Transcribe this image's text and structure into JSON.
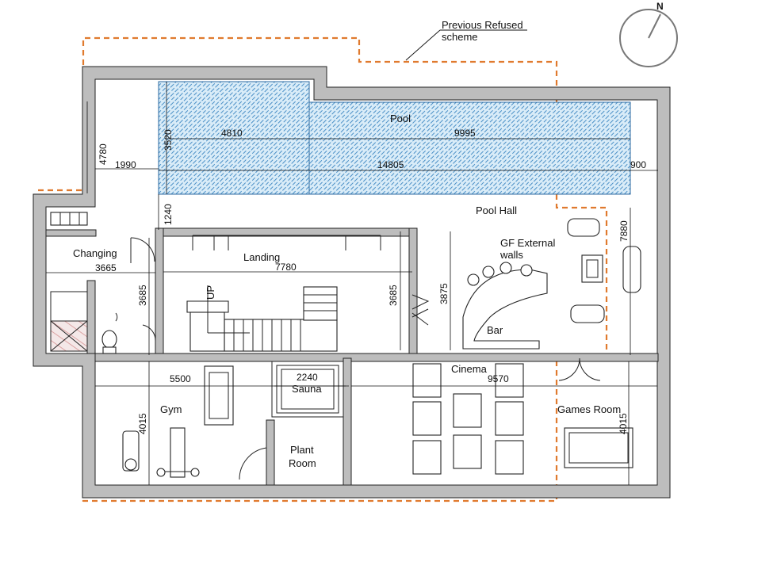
{
  "annotation": {
    "line1": "Previous Refused",
    "line2": "scheme"
  },
  "compass": {
    "letter": "N"
  },
  "rooms": {
    "pool": "Pool",
    "pool_hall": "Pool Hall",
    "gf_external_line1": "GF External",
    "gf_external_line2": "walls",
    "changing": "Changing",
    "landing": "Landing",
    "up": "UP",
    "bar": "Bar",
    "cinema": "Cinema",
    "sauna": "Sauna",
    "gym": "Gym",
    "plant_line1": "Plant",
    "plant_line2": "Room",
    "games_room": "Games Room"
  },
  "dimensions": {
    "d4780": "4780",
    "d1990": "1990",
    "d3520": "3520",
    "d4810": "4810",
    "d9995": "9995",
    "d14805": "14805",
    "d900": "900",
    "d1240": "1240",
    "d7880": "7880",
    "d3665": "3665",
    "d7780": "7780",
    "d3685a": "3685",
    "d3685b": "3685",
    "d3875": "3875",
    "d5500": "5500",
    "d2240": "2240",
    "d9570": "9570",
    "d4015a": "4015",
    "d4015b": "4015"
  },
  "colors": {
    "refused_outline": "#e07a2e",
    "wall_fill": "#bdbdbd",
    "pool_hatch": "#4a8fc6"
  }
}
